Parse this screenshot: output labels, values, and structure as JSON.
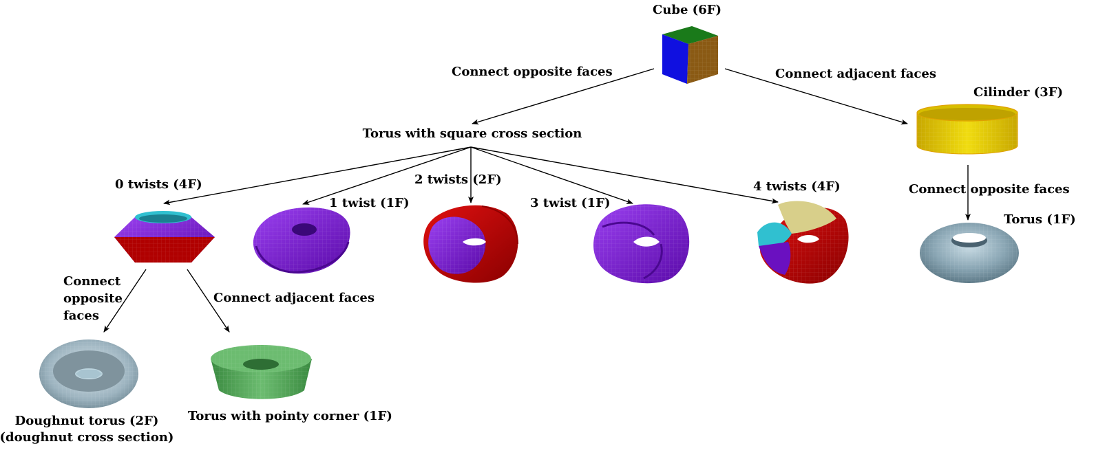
{
  "nodes": {
    "cube": "Cube (6F)",
    "cilinder": "Cilinder (3F)",
    "square_torus": "Torus with square cross section",
    "torus_1f": "Torus (1F)",
    "twist0": "0 twists (4F)",
    "twist1": "1 twist (1F)",
    "twist2": "2 twists (2F)",
    "twist3": "3 twist (1F)",
    "twist4": "4 twists (4F)",
    "doughnut_line1": "Doughnut torus (2F)",
    "doughnut_line2": "(doughnut cross section)",
    "pointy": "Torus with pointy corner (1F)"
  },
  "edges": {
    "cube_to_square_torus": "Connect opposite faces",
    "cube_to_cilinder": "Connect adjacent faces",
    "cilinder_to_torus": "Connect opposite faces",
    "twist0_to_doughnut": [
      "Connect",
      "opposite",
      "faces"
    ],
    "twist0_to_pointy": "Connect adjacent faces"
  },
  "colors": {
    "blue": "#1010e0",
    "green": "#1a7a1a",
    "brown": "#8a5a14",
    "yellow": "#e0c800",
    "purple": "#7a10d8",
    "red": "#c80000",
    "cyan": "#30c0d0",
    "gray_blue": "#8aa6b4",
    "green_surface": "#4a9a50",
    "beige": "#d8cf8a"
  }
}
